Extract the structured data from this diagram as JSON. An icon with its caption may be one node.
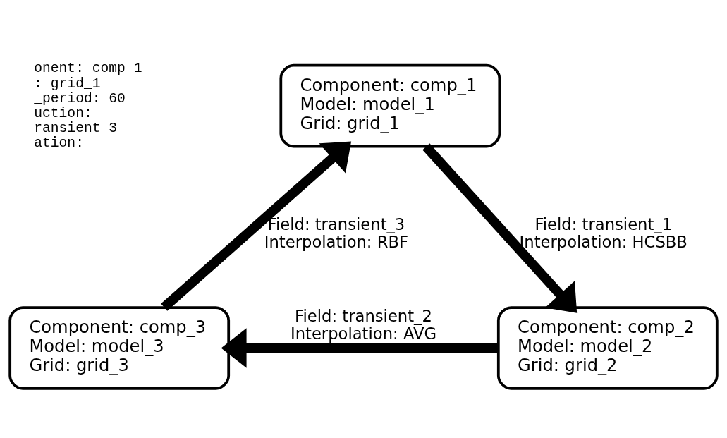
{
  "diagram": {
    "nodes": [
      {
        "text": [
          "Component: comp_1 Model: model_1 Grid: grid_1"
        ]
      },
      {
        "text": [
          "Component: comp_2 Model: model_2 Grid: grid_2"
        ]
      },
      {
        "text": [
          "Component: comp_3 Model: model_3 Grid: grid_3"
        ]
      }
    ],
    "edges": [
      {
        "from": 0,
        "to": 1,
        "arrow": "to",
        "label": "Field: transient_1 Interpolation: HCSBB"
      },
      {
        "from": 1,
        "to": 2,
        "arrow": "to",
        "label": "Field: transient_2 Interpolation: AVG"
      },
      {
        "from": 2,
        "to": 0,
        "arrow": "to",
        "label": "Field: transient_3 Interpolation: RBF"
      }
    ],
    "labels": [
      "onent: comp_1",
      ": grid_1",
      "_period: 60",
      "uction:",
      "ransient_3",
      "ation:"
    ]
  }
}
